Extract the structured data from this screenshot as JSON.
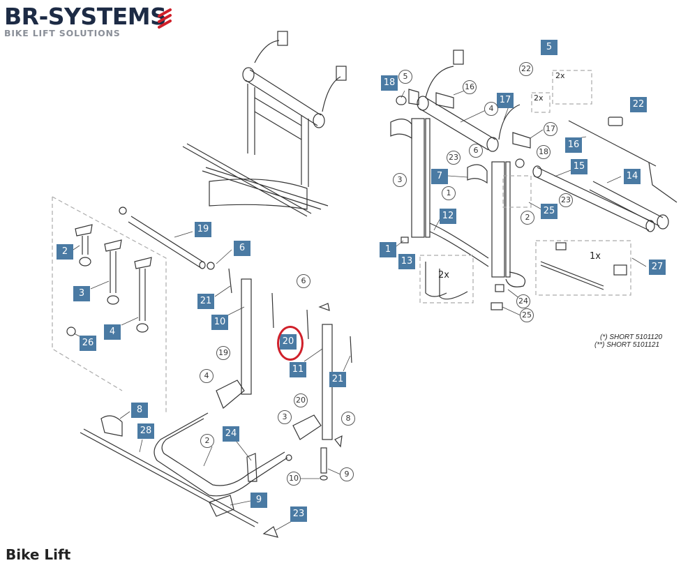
{
  "brand": {
    "name": "BR-SYSTEMS",
    "tagline": "BIKE LIFT SOLUTIONS",
    "colors": {
      "primary": "#1d2b45",
      "accent": "#d0202a",
      "tagline": "#8a8f98",
      "callout": "#4a7aa3"
    }
  },
  "diagram": {
    "title_partial": "Bike Lift",
    "notes": [
      "(*)  SHORT 5101120",
      "(**) SHORT 5101121"
    ],
    "highlighted_part": "20",
    "quantities": {
      "q13": "2x",
      "q27": "1x",
      "q5": "2x",
      "q22": "2x"
    },
    "square_callouts": [
      {
        "id": "sq18",
        "label": "18"
      },
      {
        "id": "sq5",
        "label": "5"
      },
      {
        "id": "sq17",
        "label": "17"
      },
      {
        "id": "sq22",
        "label": "22"
      },
      {
        "id": "sq16",
        "label": "16"
      },
      {
        "id": "sq15",
        "label": "15"
      },
      {
        "id": "sq14",
        "label": "14"
      },
      {
        "id": "sq7",
        "label": "7"
      },
      {
        "id": "sq25",
        "label": "25"
      },
      {
        "id": "sq12",
        "label": "12"
      },
      {
        "id": "sq1",
        "label": "1"
      },
      {
        "id": "sq13",
        "label": "13"
      },
      {
        "id": "sq27",
        "label": "27"
      },
      {
        "id": "sq19",
        "label": "19"
      },
      {
        "id": "sq6",
        "label": "6"
      },
      {
        "id": "sq2",
        "label": "2"
      },
      {
        "id": "sq3",
        "label": "3"
      },
      {
        "id": "sq4",
        "label": "4"
      },
      {
        "id": "sq26",
        "label": "26"
      },
      {
        "id": "sq21a",
        "label": "21"
      },
      {
        "id": "sq10",
        "label": "10"
      },
      {
        "id": "sq20",
        "label": "20"
      },
      {
        "id": "sq11",
        "label": "11"
      },
      {
        "id": "sq21b",
        "label": "21"
      },
      {
        "id": "sq8",
        "label": "8"
      },
      {
        "id": "sq28",
        "label": "28"
      },
      {
        "id": "sq24",
        "label": "24"
      },
      {
        "id": "sq9",
        "label": "9"
      },
      {
        "id": "sq23",
        "label": "23"
      }
    ],
    "circle_callouts": [
      {
        "id": "c5",
        "label": "5"
      },
      {
        "id": "c16",
        "label": "16"
      },
      {
        "id": "c22",
        "label": "22"
      },
      {
        "id": "c4r",
        "label": "4"
      },
      {
        "id": "c17",
        "label": "17"
      },
      {
        "id": "c23a",
        "label": "23"
      },
      {
        "id": "c6r",
        "label": "6"
      },
      {
        "id": "c18",
        "label": "18"
      },
      {
        "id": "c3r",
        "label": "3"
      },
      {
        "id": "c1",
        "label": "1"
      },
      {
        "id": "c23b",
        "label": "23"
      },
      {
        "id": "c2r",
        "label": "2"
      },
      {
        "id": "c24",
        "label": "24"
      },
      {
        "id": "c25",
        "label": "25"
      },
      {
        "id": "c6l",
        "label": "6"
      },
      {
        "id": "c19",
        "label": "19"
      },
      {
        "id": "c4l",
        "label": "4"
      },
      {
        "id": "c20",
        "label": "20"
      },
      {
        "id": "c3l",
        "label": "3"
      },
      {
        "id": "c8",
        "label": "8"
      },
      {
        "id": "c2l",
        "label": "2"
      },
      {
        "id": "c10",
        "label": "10"
      },
      {
        "id": "c9",
        "label": "9"
      }
    ]
  }
}
